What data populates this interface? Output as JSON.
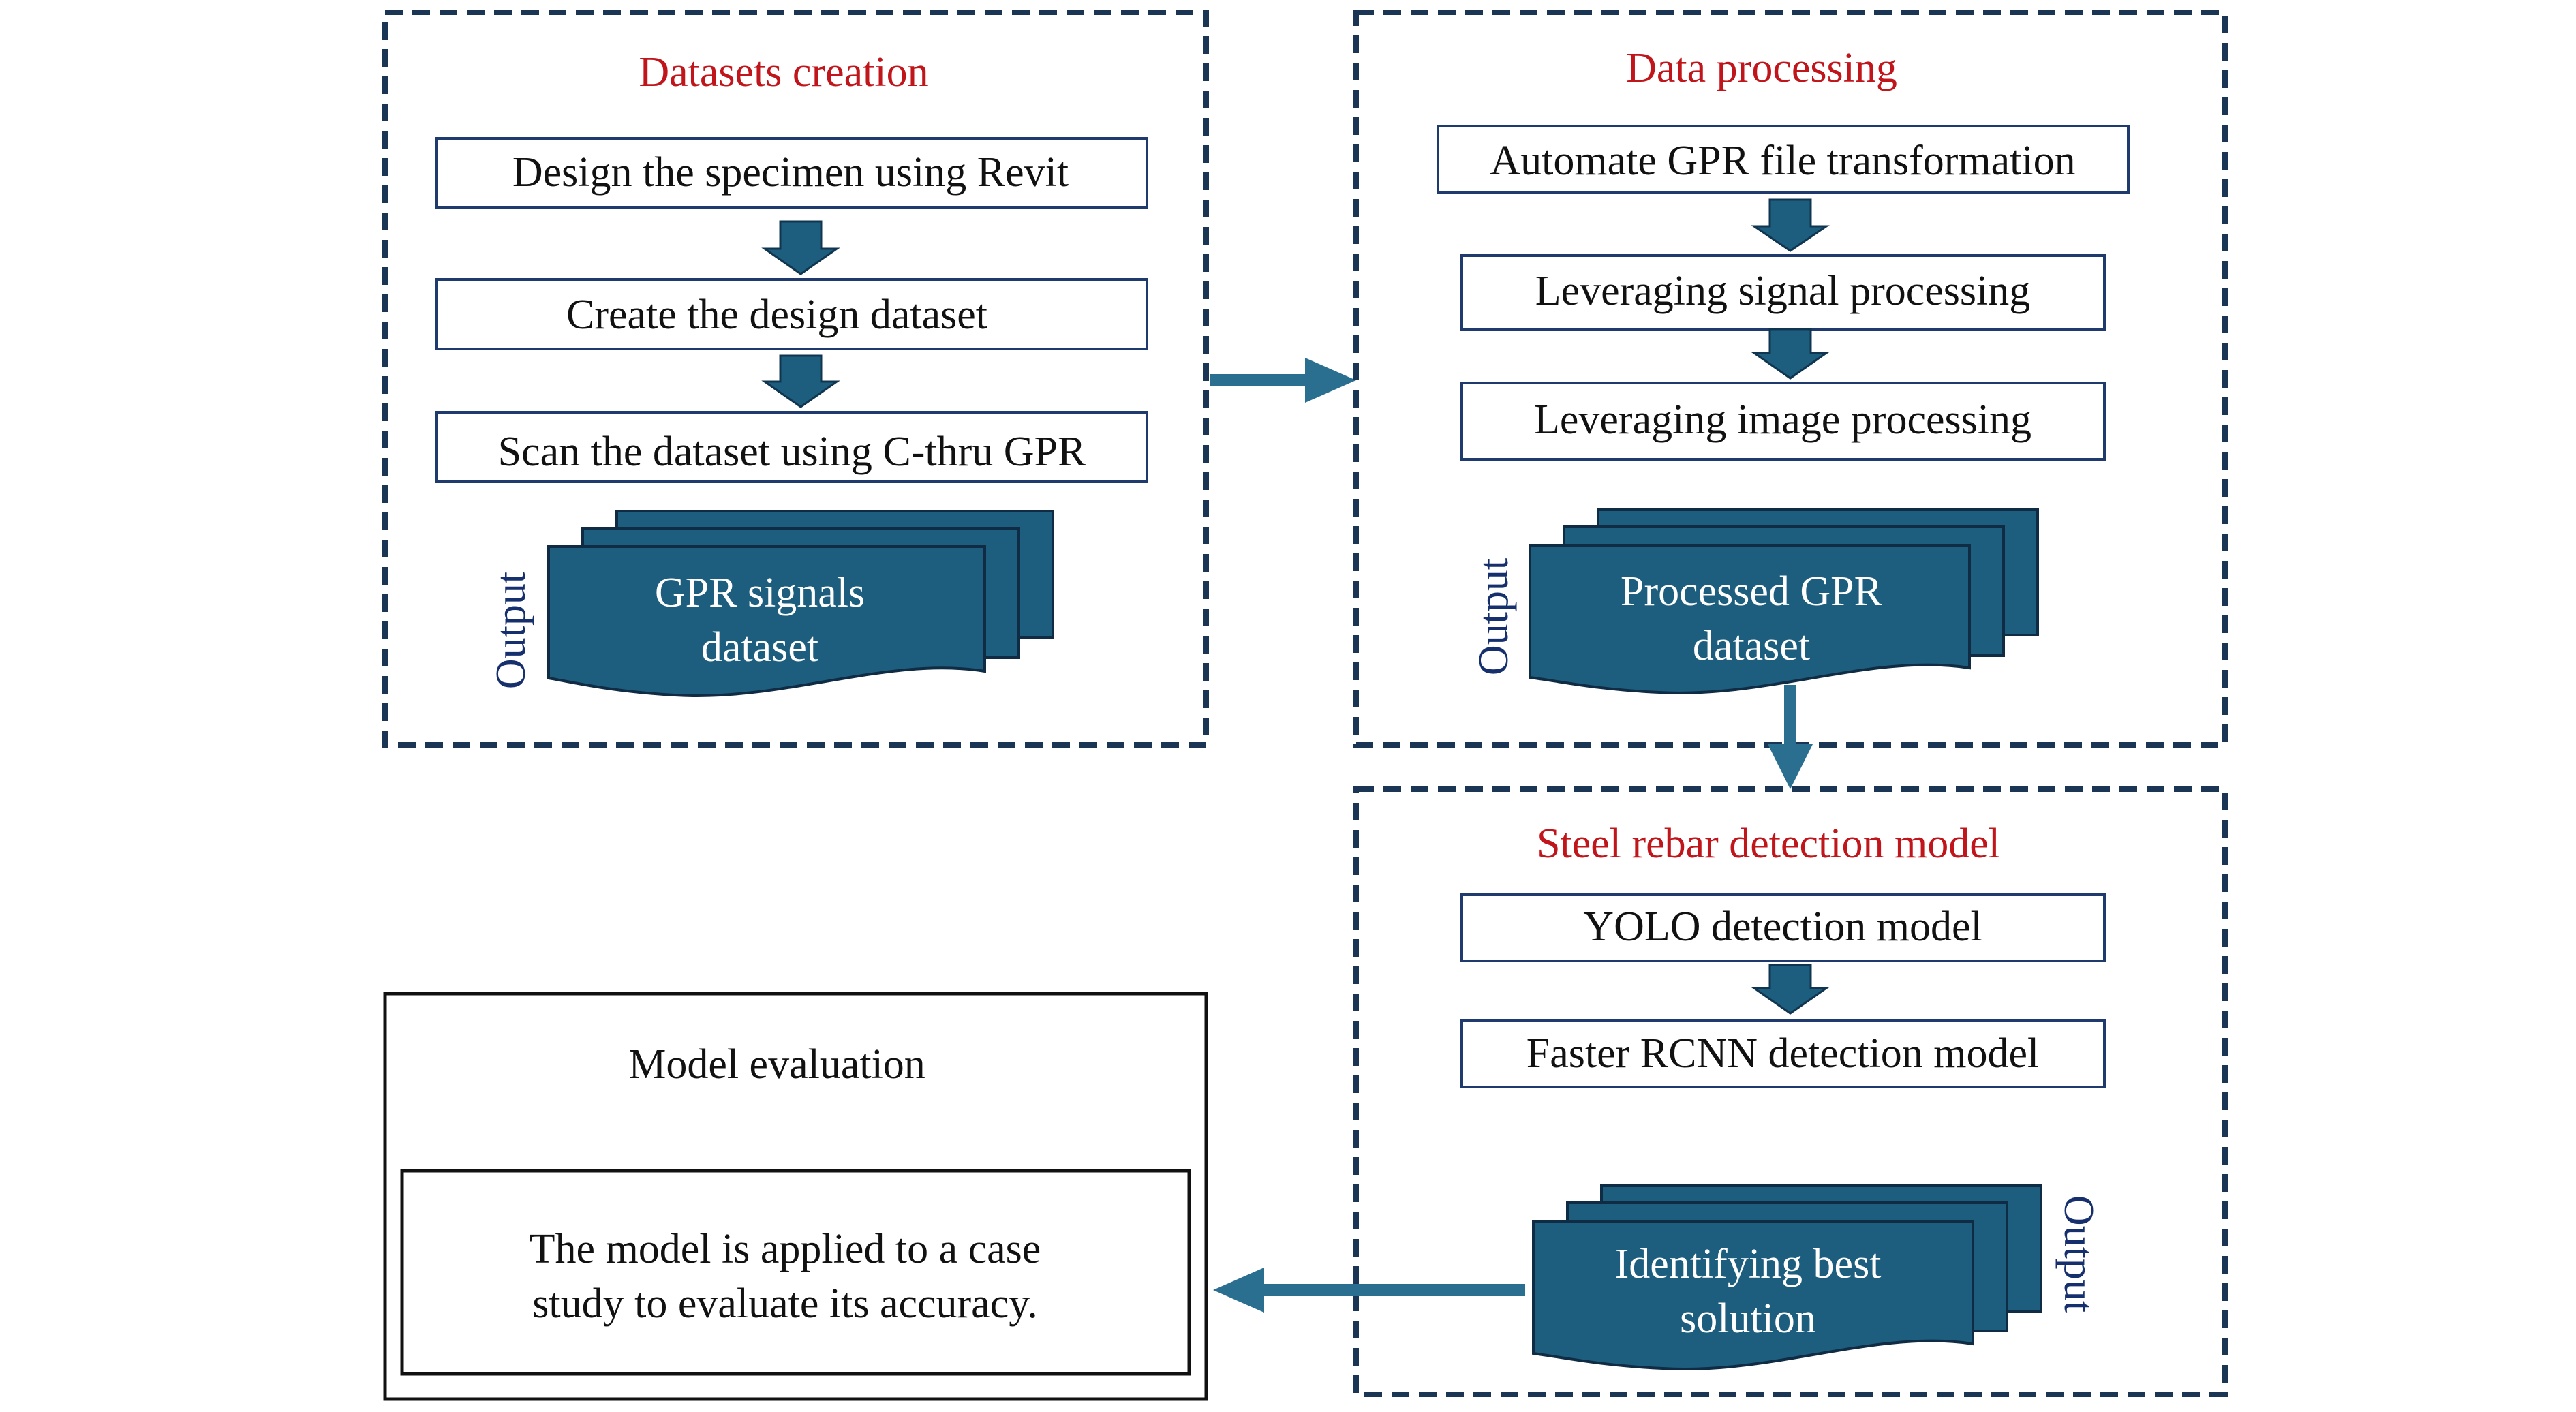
{
  "datasets_creation": {
    "title": "Datasets creation",
    "steps": [
      "Design the specimen using Revit",
      "Create the design dataset",
      "Scan the dataset using C-thru GPR"
    ],
    "output_label": "Output",
    "output_lines": [
      "GPR signals",
      "dataset"
    ]
  },
  "data_processing": {
    "title": "Data processing",
    "steps": [
      "Automate GPR file transformation",
      "Leveraging signal processing",
      "Leveraging image processing"
    ],
    "output_label": "Output",
    "output_lines": [
      "Processed GPR",
      "dataset"
    ]
  },
  "steel_rebar": {
    "title": "Steel rebar detection model",
    "steps": [
      "YOLO detection model",
      "Faster RCNN detection model"
    ],
    "output_label": "Output",
    "output_lines": [
      "Identifying best",
      "solution"
    ]
  },
  "model_evaluation": {
    "title": "Model evaluation",
    "lines": [
      "The model is applied to a case",
      "study to evaluate its accuracy."
    ]
  },
  "colors": {
    "title_red": "#c0161b",
    "doc_fill": "#1d5e7e",
    "dashed_border": "#1b3554",
    "connector": "#2a6f8f",
    "output_label": "#16306e"
  }
}
